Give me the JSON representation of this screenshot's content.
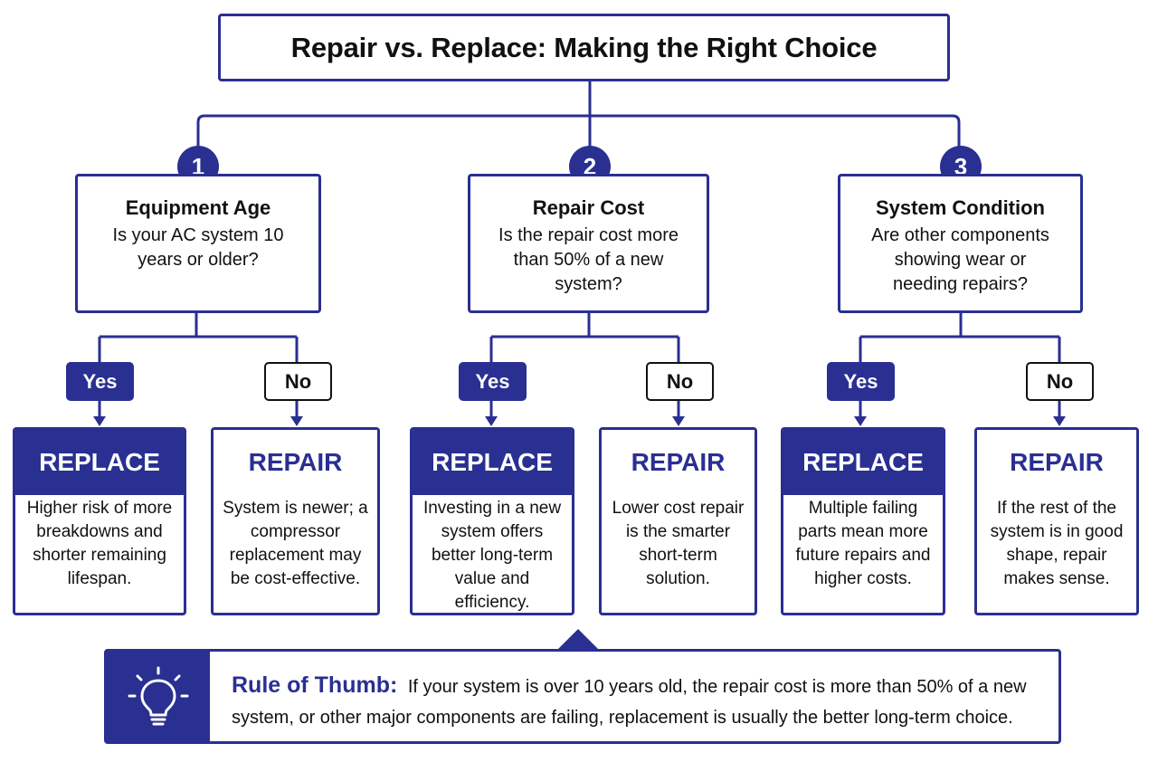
{
  "title": "Repair vs. Replace: Making the Right Choice",
  "colors": {
    "accent": "#2a2f92",
    "text": "#111111",
    "background": "#ffffff"
  },
  "factors": [
    {
      "number": "1",
      "title": "Equipment Age",
      "question": "Is your AC system 10 years or older?",
      "yes_label": "Yes",
      "no_label": "No",
      "yes_result": {
        "heading": "REPLACE",
        "text": "Higher risk of more breakdowns and shorter remaining lifespan."
      },
      "no_result": {
        "heading": "REPAIR",
        "text": "System is newer; a compressor replacement may be cost-effective."
      }
    },
    {
      "number": "2",
      "title": "Repair Cost",
      "question": "Is the repair cost more than 50% of a new system?",
      "yes_label": "Yes",
      "no_label": "No",
      "yes_result": {
        "heading": "REPLACE",
        "text": "Investing in a new system offers better long-term value and efficiency."
      },
      "no_result": {
        "heading": "REPAIR",
        "text": "Lower cost repair is the smarter short-term solution."
      }
    },
    {
      "number": "3",
      "title": "System Condition",
      "question": "Are other components showing wear or needing repairs?",
      "yes_label": "Yes",
      "no_label": "No",
      "yes_result": {
        "heading": "REPLACE",
        "text": "Multiple failing parts mean more future repairs and higher costs."
      },
      "no_result": {
        "heading": "REPAIR",
        "text": "If the rest of the system is in good shape, repair makes sense."
      }
    }
  ],
  "rule_of_thumb": {
    "label": "Rule of Thumb:",
    "text": "If your system is over 10 years old, the repair cost is more than 50% of a new system, or other major components are failing, replacement is usually the better long-term choice.",
    "icon": "lightbulb-icon"
  }
}
